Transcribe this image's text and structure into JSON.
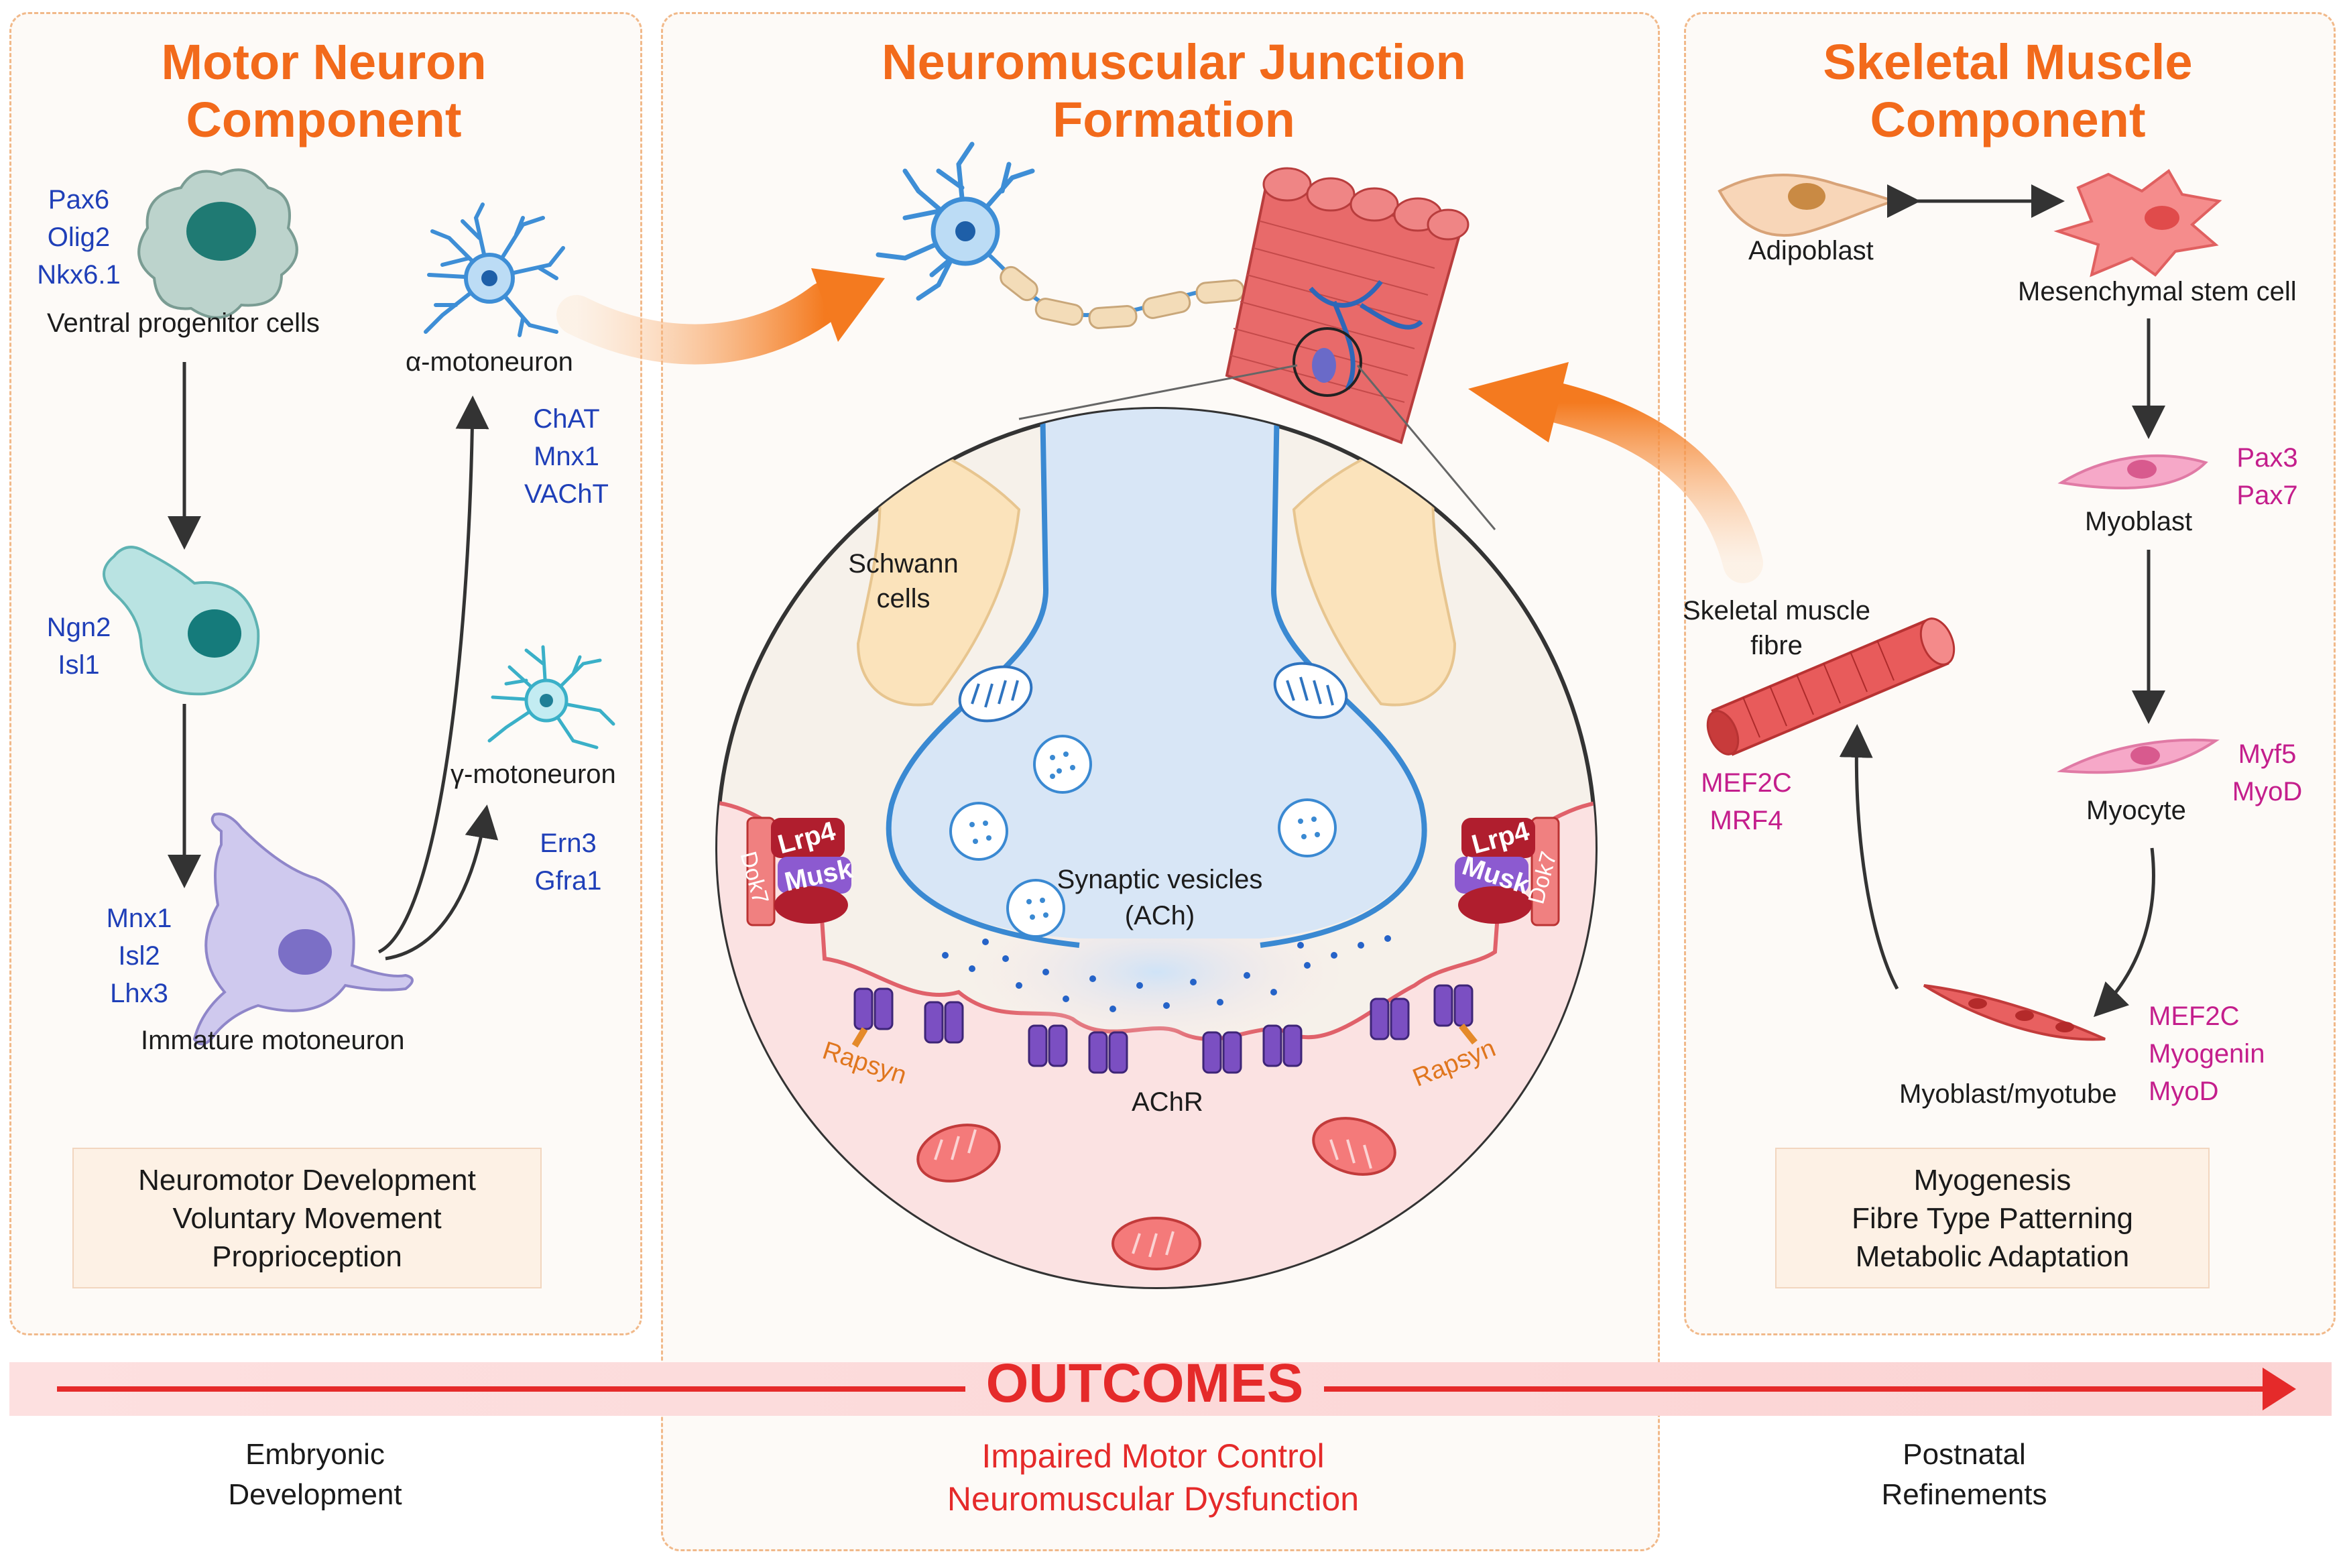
{
  "left_panel": {
    "title_line1": "Motor Neuron",
    "title_line2": "Component",
    "ventral_genes": [
      "Pax6",
      "Olig2",
      "Nkx6.1"
    ],
    "ventral_label": "Ventral progenitor cells",
    "ngn_genes": [
      "Ngn2",
      "Isl1"
    ],
    "immature_genes": [
      "Mnx1",
      "Isl2",
      "Lhx3"
    ],
    "immature_label": "Immature motoneuron",
    "alpha_label": "α-motoneuron",
    "alpha_genes": [
      "ChAT",
      "Mnx1",
      "VAChT"
    ],
    "gamma_label": "γ-motoneuron",
    "gamma_genes": [
      "Ern3",
      "Gfra1"
    ],
    "box_lines": [
      "Neuromotor Development",
      "Voluntary Movement",
      "Proprioception"
    ]
  },
  "center_panel": {
    "title_line1": "Neuromuscular Junction",
    "title_line2": "Formation",
    "schwann_label_1": "Schwann",
    "schwann_label_2": "cells",
    "vesicles_label_1": "Synaptic vesicles",
    "vesicles_label_2": "(ACh)",
    "achr_label": "AChR",
    "rapsyn_label": "Rapsyn",
    "lrp4": "Lrp4",
    "musk": "Musk",
    "dok7": "Dok7"
  },
  "right_panel": {
    "title_line1": "Skeletal Muscle",
    "title_line2": "Component",
    "adipoblast": "Adipoblast",
    "msc": "Mesenchymal stem cell",
    "myoblast": "Myoblast",
    "myoblast_genes": [
      "Pax3",
      "Pax7"
    ],
    "myocyte": "Myocyte",
    "myocyte_genes": [
      "Myf5",
      "MyoD"
    ],
    "myotube": "Myoblast/myotube",
    "myotube_genes": [
      "MEF2C",
      "Myogenin",
      "MyoD"
    ],
    "fibre_label_1": "Skeletal muscle",
    "fibre_label_2": "fibre",
    "fibre_genes": [
      "MEF2C",
      "MRF4"
    ],
    "box_lines": [
      "Myogenesis",
      "Fibre Type Patterning",
      "Metabolic Adaptation"
    ]
  },
  "bottom": {
    "outcomes": "OUTCOMES",
    "left_1": "Embryonic",
    "left_2": "Development",
    "center_1": "Impaired Motor Control",
    "center_2": "Neuromuscular Dysfunction",
    "right_1": "Postnatal",
    "right_2": "Refinements"
  },
  "colors": {
    "title_orange": "#f26a1b",
    "gene_blue": "#1f3fb8",
    "gene_magenta": "#c41e8c",
    "outcome_red": "#e52a2a"
  }
}
